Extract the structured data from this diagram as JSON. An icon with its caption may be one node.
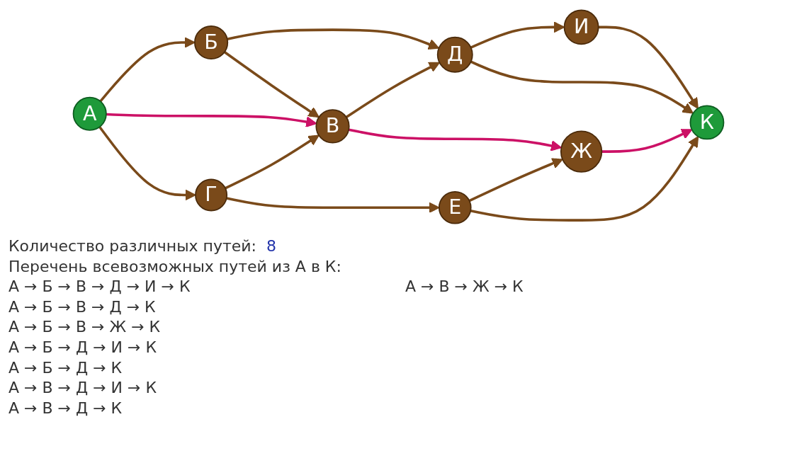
{
  "diagram": {
    "nodes": [
      {
        "text": [
          "А"
        ]
      },
      {
        "text": [
          "Б"
        ]
      },
      {
        "text": [
          "Г"
        ]
      },
      {
        "text": [
          "В"
        ]
      },
      {
        "text": [
          "Д"
        ]
      },
      {
        "text": [
          "Е"
        ]
      },
      {
        "text": [
          "Ж"
        ]
      },
      {
        "text": [
          "И"
        ]
      },
      {
        "text": [
          "К"
        ]
      }
    ],
    "edges": [
      {
        "from": 0,
        "to": 1,
        "arrow": "to"
      },
      {
        "from": 0,
        "to": 3,
        "arrow": "to",
        "color": "#cc1166"
      },
      {
        "from": 0,
        "to": 2,
        "arrow": "to"
      },
      {
        "from": 1,
        "to": 4,
        "arrow": "to"
      },
      {
        "from": 1,
        "to": 3,
        "arrow": "to"
      },
      {
        "from": 2,
        "to": 3,
        "arrow": "to"
      },
      {
        "from": 2,
        "to": 5,
        "arrow": "to"
      },
      {
        "from": 3,
        "to": 4,
        "arrow": "to"
      },
      {
        "from": 3,
        "to": 6,
        "arrow": "to",
        "color": "#cc1166"
      },
      {
        "from": 4,
        "to": 7,
        "arrow": "to"
      },
      {
        "from": 4,
        "to": 8,
        "arrow": "to"
      },
      {
        "from": 5,
        "to": 6,
        "arrow": "to"
      },
      {
        "from": 5,
        "to": 8,
        "arrow": "to"
      },
      {
        "from": 7,
        "to": 8,
        "arrow": "to"
      },
      {
        "from": 6,
        "to": 8,
        "arrow": "to",
        "color": "#cc1166"
      }
    ],
    "labels": [
      "Количество различных путей:",
      "8",
      "Перечень всевозможных путей из А в К:",
      "А → Б → В → Д → И → К",
      "А → В → Ж → К",
      "А → Б → В → Д → К",
      "А → Б → В → Ж → К",
      "А → Б → Д → И → К",
      "А → Б → Д → К",
      "А → В → Д → И → К",
      "А → В → Д → К"
    ]
  }
}
